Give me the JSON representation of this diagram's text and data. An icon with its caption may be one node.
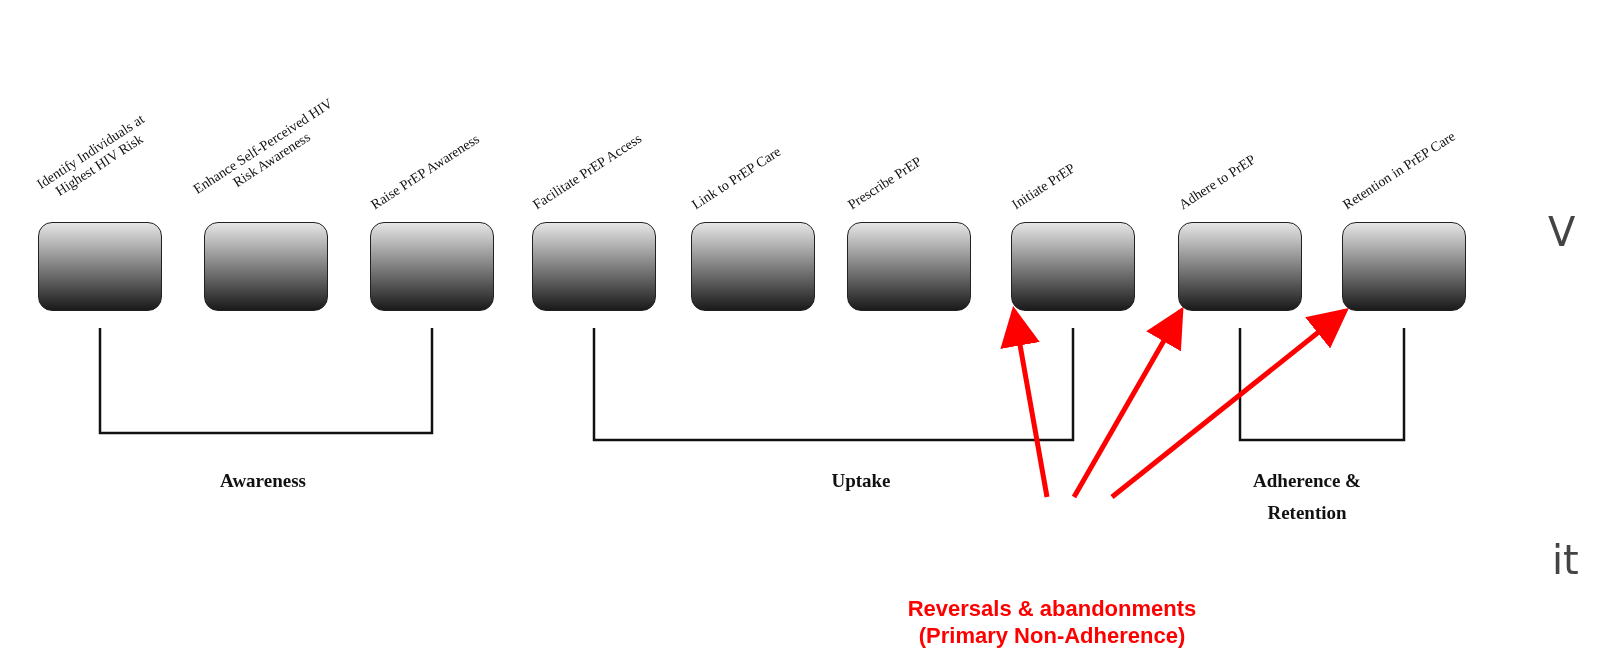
{
  "diagram": {
    "nodes": [
      {
        "text": [
          "Identify Individuals at Highest HIV Risk"
        ]
      },
      {
        "text": [
          "Enhance Self-Perceived HIV Risk Awareness"
        ]
      },
      {
        "text": [
          "Raise PrEP Awareness"
        ]
      },
      {
        "text": [
          "Facilitate PrEP Access"
        ]
      },
      {
        "text": [
          "Link to PrEP Care"
        ]
      },
      {
        "text": [
          "Prescribe PrEP"
        ]
      },
      {
        "text": [
          "Initiate PrEP"
        ]
      },
      {
        "text": [
          "Adhere to PrEP"
        ]
      },
      {
        "text": [
          "Retention in PrEP Care"
        ]
      },
      {
        "text": [
          "Reversals & abandonments (Primary Non-Adherence)"
        ]
      }
    ],
    "edges": [
      {
        "from": 9,
        "to": 6,
        "arrow": "to"
      },
      {
        "from": 9,
        "to": 7,
        "arrow": "to"
      },
      {
        "from": 9,
        "to": 8,
        "arrow": "to"
      }
    ],
    "labels": [
      "Awareness",
      "Uptake",
      "Adherence & Retention",
      "V",
      "it"
    ]
  }
}
